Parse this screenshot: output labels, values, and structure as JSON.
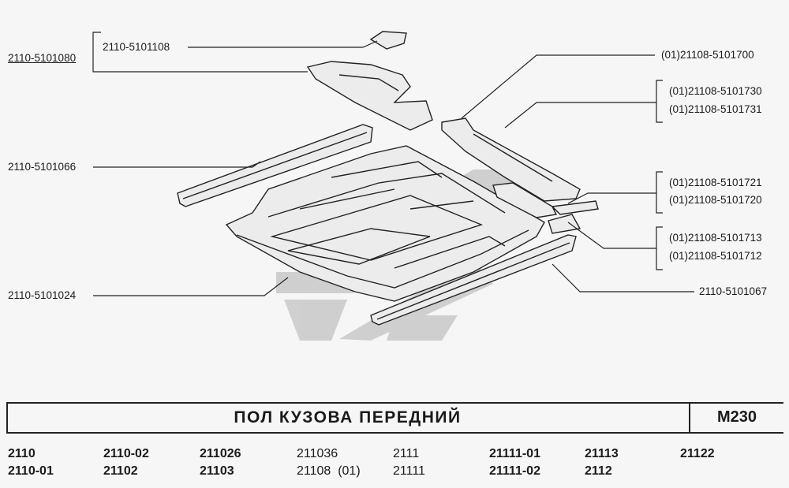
{
  "labels": {
    "p5101080": "2110-5101080",
    "p5101108": "2110-5101108",
    "p5101066": "2110-5101066",
    "p5101024": "2110-5101024",
    "p5101700": "(01)21108-5101700",
    "p5101730": "(01)21108-5101730",
    "p5101731": "(01)21108-5101731",
    "p5101721": "(01)21108-5101721",
    "p5101720": "(01)21108-5101720",
    "p5101713": "(01)21108-5101713",
    "p5101712": "(01)21108-5101712",
    "p5101067": "2110-5101067"
  },
  "title": "ПОЛ КУЗОВА ПЕРЕДНИЙ",
  "code": "M230",
  "models": {
    "c1": [
      "2110",
      "2110-01"
    ],
    "c2": [
      "2110-02",
      "21102"
    ],
    "c3": [
      "211026",
      "21103"
    ],
    "c4": [
      "211036",
      "21108  (01)"
    ],
    "c5": [
      "2111",
      "21111"
    ],
    "c6": [
      "21111-01",
      "21111-02"
    ],
    "c7": [
      "21113",
      "2112"
    ],
    "c8": [
      "21122",
      ""
    ]
  },
  "colors": {
    "watermark": "#c9c9c9",
    "line": "#222222",
    "background": "#f6f6f6"
  }
}
